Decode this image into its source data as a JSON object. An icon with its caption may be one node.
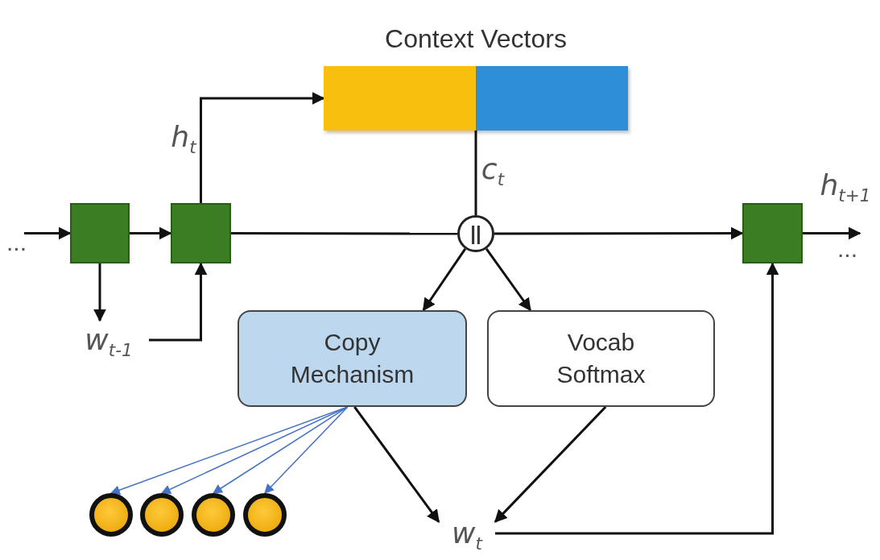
{
  "diagram": {
    "nodes": [
      {
        "text": [
          "Context Vectors"
        ]
      },
      {
        "text": [],
        "shape": "box"
      },
      {
        "text": [],
        "shape": "box"
      },
      {
        "text": [
          "||"
        ]
      },
      {
        "text": [],
        "shape": "box"
      },
      {
        "text": [
          "Copy Mechanism"
        ]
      },
      {
        "text": [
          "Vocab Softmax"
        ]
      },
      {
        "text": [
          "w$_{t-1}$"
        ]
      },
      {
        "text": [
          "w$_{t}$"
        ]
      },
      {
        "text": [],
        "shape": "circle"
      },
      {
        "text": [],
        "shape": "circle"
      },
      {
        "text": [],
        "shape": "circle"
      },
      {
        "text": [],
        "shape": "circle"
      }
    ],
    "edges": [
      {
        "from": null,
        "to": 1,
        "arrow": "to"
      },
      {
        "from": 1,
        "to": 2,
        "arrow": "to"
      },
      {
        "from": 1,
        "to": 7,
        "arrow": "to"
      },
      {
        "from": 7,
        "to": 2,
        "arrow": "to"
      },
      {
        "from": 2,
        "to": 0,
        "arrow": "to",
        "label": "h$_{t}$"
      },
      {
        "from": 2,
        "to": 3,
        "arrow": "none"
      },
      {
        "from": 0,
        "to": 3,
        "arrow": "none",
        "label": "c$_{t}$"
      },
      {
        "from": 3,
        "to": 4,
        "arrow": "to"
      },
      {
        "from": 4,
        "to": null,
        "arrow": "to",
        "label": "h$_{t+1}$"
      },
      {
        "from": 3,
        "to": 5,
        "arrow": "to"
      },
      {
        "from": 3,
        "to": 6,
        "arrow": "to"
      },
      {
        "from": 5,
        "to": 8,
        "arrow": "to"
      },
      {
        "from": 6,
        "to": 8,
        "arrow": "to"
      },
      {
        "from": 8,
        "to": 4,
        "arrow": "to"
      },
      {
        "from": 5,
        "to": 9,
        "arrow": "to",
        "color": "#4472c4"
      },
      {
        "from": 5,
        "to": 10,
        "arrow": "to",
        "color": "#4472c4"
      },
      {
        "from": 5,
        "to": 11,
        "arrow": "to",
        "color": "#4472c4"
      },
      {
        "from": 5,
        "to": 12,
        "arrow": "to",
        "color": "#4472c4"
      }
    ],
    "labels": [
      "...",
      "..."
    ]
  }
}
